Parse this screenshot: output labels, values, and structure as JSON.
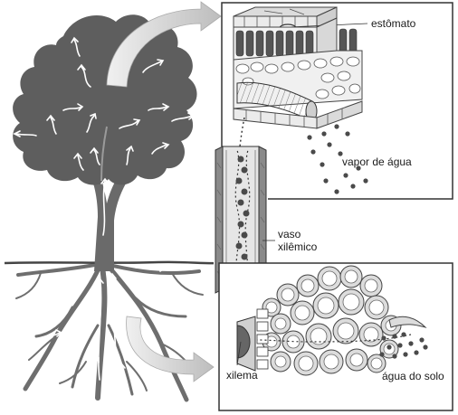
{
  "labels": {
    "stomata": "estômato",
    "water_vapor": "vapor de água",
    "vessel_line1": "vaso",
    "vessel_line2": "xilêmico",
    "xylem": "xilema",
    "soil_water": "água do solo"
  },
  "colors": {
    "canopy": "#5e5e5e",
    "trunk": "#6a6a6a",
    "roots": "#6e6e6e",
    "ground": "#444444",
    "panel_border": "#333333",
    "water_drop": "#4a4a4a",
    "big_arrow": "#d4d4d4"
  }
}
